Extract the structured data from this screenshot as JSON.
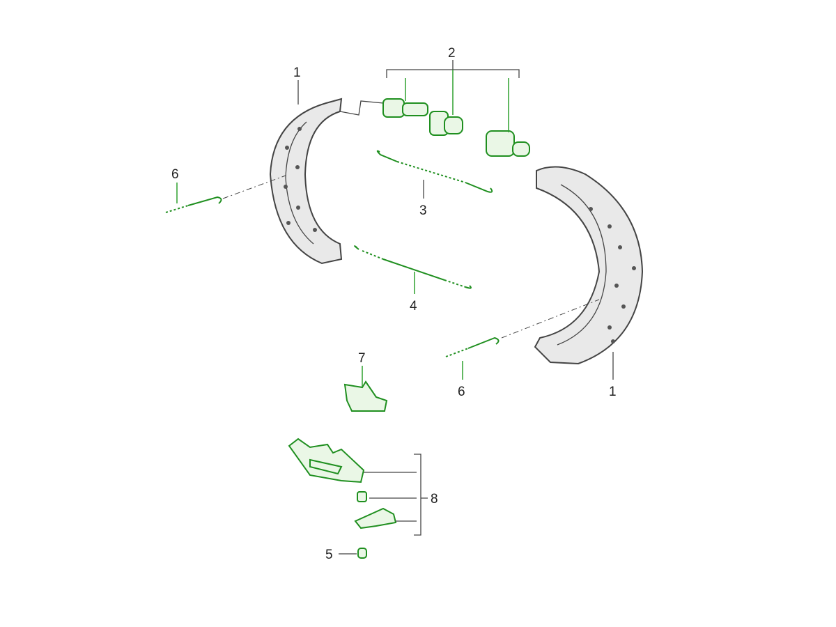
{
  "diagram": {
    "title": "Parking brake shoes exploded view",
    "labels": {
      "shoe_left": "1",
      "shoe_right": "1",
      "adjuster": "2",
      "upper_spring": "3",
      "lower_spring": "4",
      "small_part": "5",
      "hold_spring_left": "6",
      "hold_spring_right": "6",
      "clip": "7",
      "lever_kit": "8"
    },
    "colors": {
      "part_highlight": "#1f8f1f",
      "part_fill": "#eaf7e6",
      "outline": "#444444"
    }
  }
}
